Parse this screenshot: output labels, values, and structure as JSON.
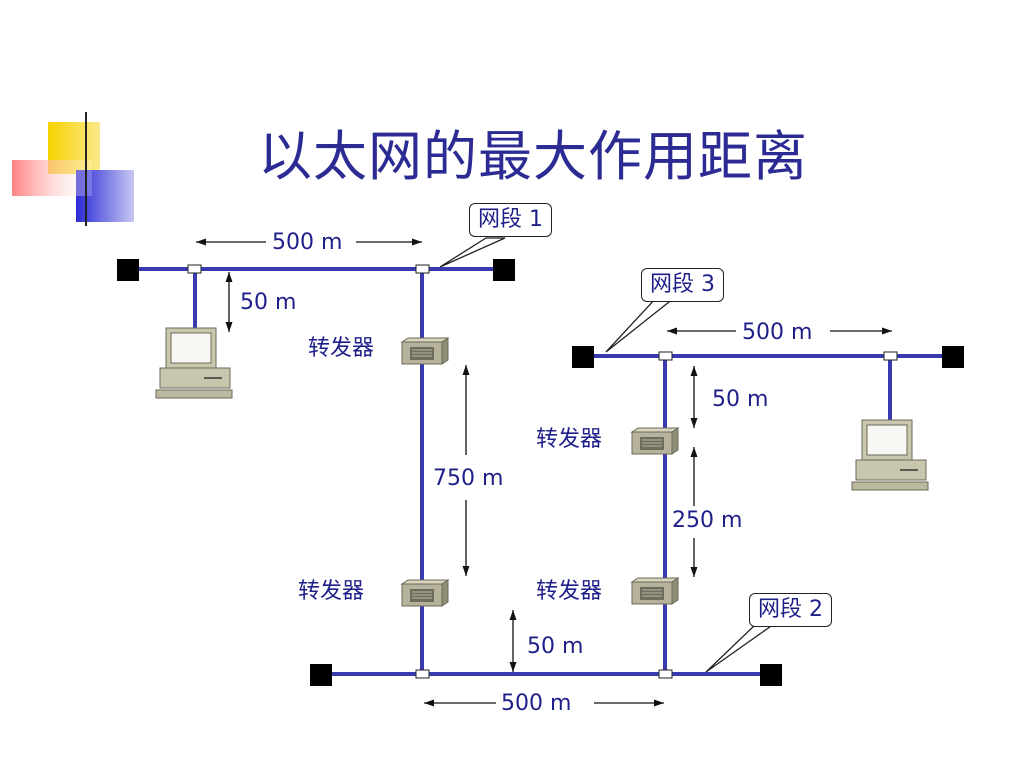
{
  "title": "以太网的最大作用距离",
  "segments": {
    "seg1": "网段 1",
    "seg2": "网段 2",
    "seg3": "网段 3"
  },
  "distances": {
    "top_500": "500 m",
    "left_50": "50 m",
    "vertical_750": "750 m",
    "bottom_50": "50 m",
    "bottom_500": "500 m",
    "right_500": "500 m",
    "right_50": "50 m",
    "right_250": "250 m"
  },
  "devices": {
    "repeater_label": "转发器"
  },
  "colors": {
    "cable": "#3a3ab0",
    "text": "#1f1f8a",
    "title": "#2b2b93",
    "deco_yellow": "#f6d200",
    "deco_red": "#e52b2b",
    "deco_blue": "#2a2ad6"
  }
}
